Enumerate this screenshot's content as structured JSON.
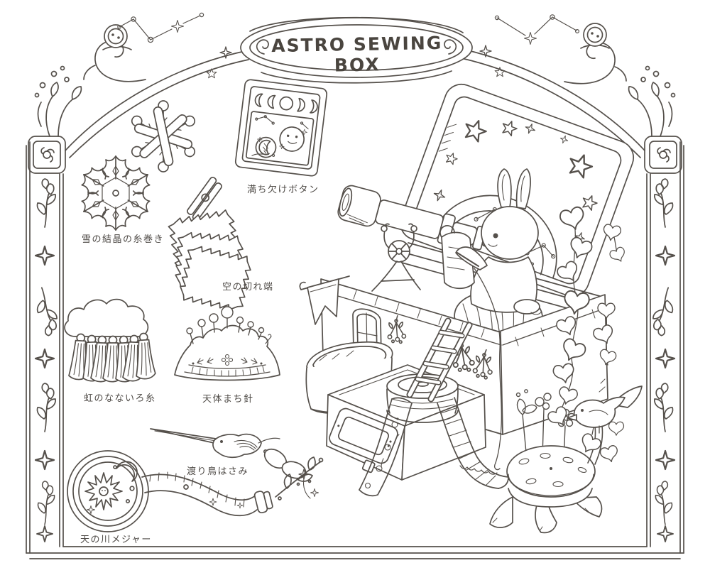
{
  "title": {
    "text": "ASTRO SEWING BOX"
  },
  "palette": {
    "ink": "#55504b",
    "paper": "#ffffff"
  },
  "items": [
    {
      "name": "snowflake-thread-spools",
      "label": "雪の結晶の糸巻き"
    },
    {
      "name": "moon-phase-buttons",
      "label": "満ち欠けボタン"
    },
    {
      "name": "sky-fabric-scraps",
      "label": "空の切れ端"
    },
    {
      "name": "rainbow-seven-color-thread",
      "label": "虹のなないろ糸"
    },
    {
      "name": "celestial-pins",
      "label": "天体まち針"
    },
    {
      "name": "migratory-bird-scissors",
      "label": "渡り鳥はさみ"
    },
    {
      "name": "milky-way-tape-measure",
      "label": "天の川メジャー"
    }
  ],
  "figures": [
    "rabbit-astronomer",
    "telescope",
    "sewing-box",
    "box-lid-constellation-dial",
    "ladder",
    "thread-spool",
    "lace-ribbon",
    "striped-ribbon",
    "drawer-box",
    "stump-pincushion",
    "bird",
    "ivy-vine",
    "hanging-flowers",
    "corner-buttons",
    "constellations",
    "floral-border"
  ]
}
